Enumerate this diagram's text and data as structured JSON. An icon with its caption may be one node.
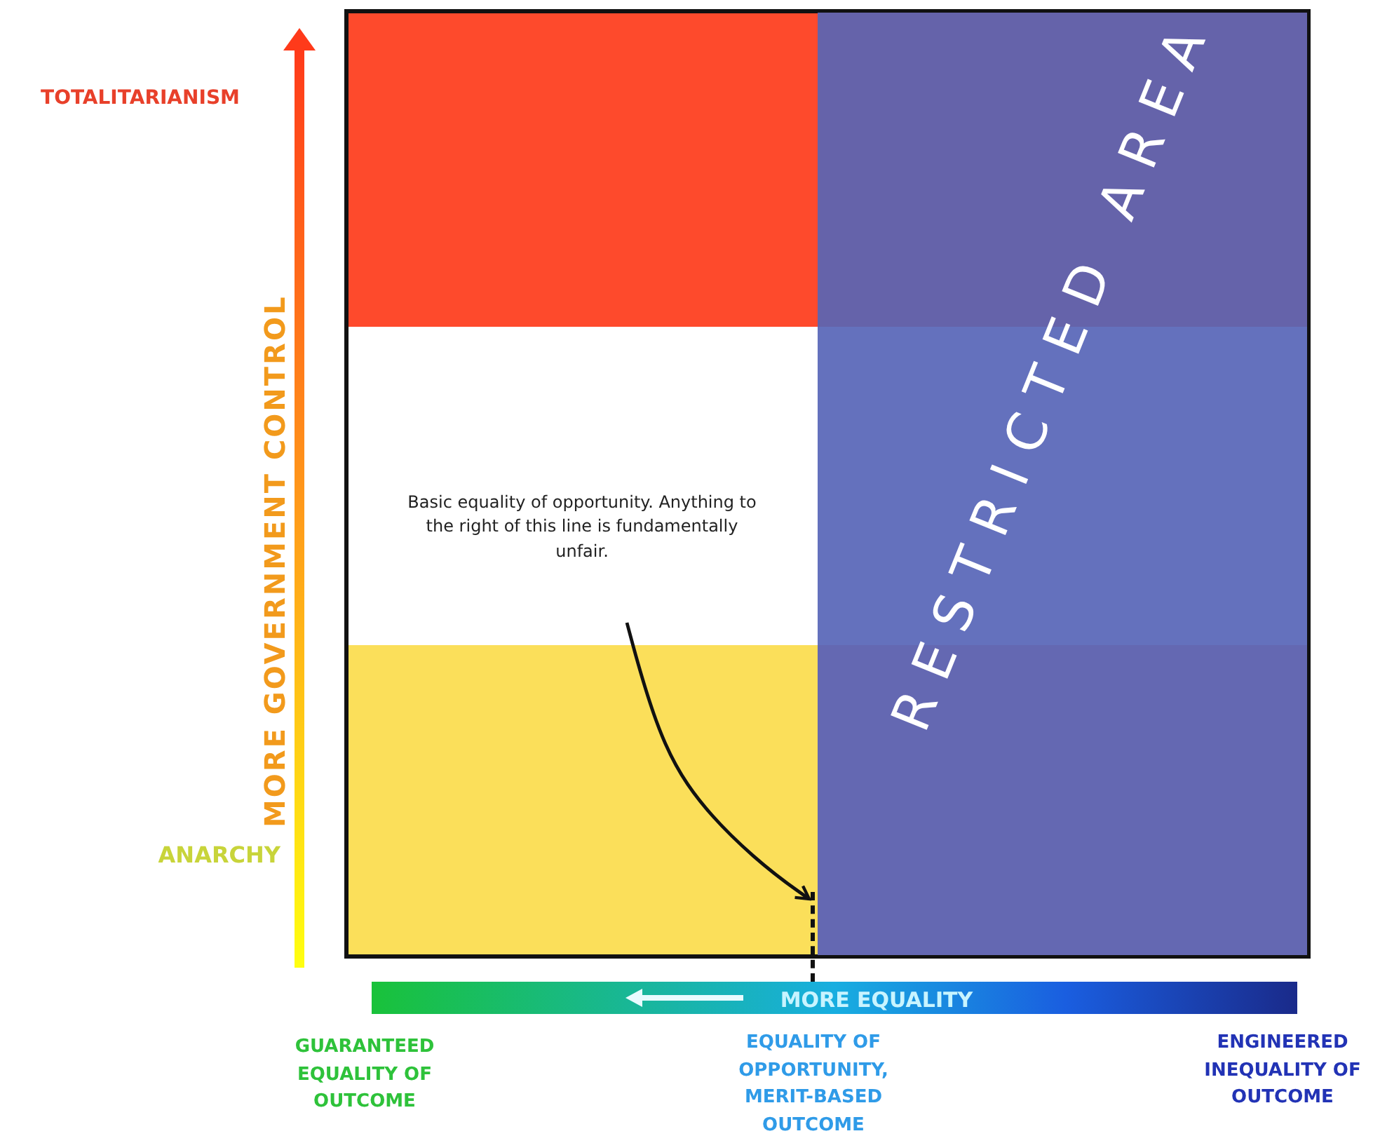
{
  "diagram": {
    "nodes": [
      {
        "text": [
          "Basic equality of opportunity. Anything to the right of this line is fundamentally unfair."
        ]
      },
      {
        "text": [],
        "shape": "bar"
      },
      {
        "text": [
          "RESTRICTED AREA"
        ]
      }
    ],
    "edges": [
      {
        "from": 0,
        "to": 1,
        "arrow": "to"
      }
    ],
    "labels": [
      "TOTALITARIANISM",
      "MORE GOVERNMENT CONTROL",
      "ANARCHY",
      "MORE EQUALITY",
      "GUARANTEED EQUALITY OF OUTCOME",
      "EQUALITY OF OPPORTUNITY, MERIT-BASED OUTCOME",
      "ENGINEERED INEQUALITY OF OUTCOME"
    ]
  }
}
